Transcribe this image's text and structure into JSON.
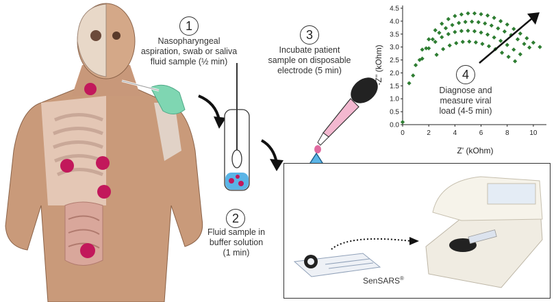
{
  "steps": [
    {
      "num": "1",
      "text_lines": [
        "Nasopharyngeal",
        "aspiration, swab or saliva",
        "fluid sample (½ min)"
      ]
    },
    {
      "num": "2",
      "text_lines": [
        "Fluid sample in",
        "buffer solution",
        "(1 min)"
      ]
    },
    {
      "num": "3",
      "text_lines": [
        "Incubate patient",
        "sample on disposable",
        "electrode (5 min)"
      ]
    },
    {
      "num": "4",
      "text_lines": [
        "Diagnose and",
        "measure viral",
        "load (4-5 min)"
      ]
    }
  ],
  "device": {
    "name": "SenSARS",
    "mark": "®"
  },
  "colors": {
    "curve": "#2e7d32",
    "virus": "#c2185b",
    "glove": "#7fd6b2",
    "drop": "#5ab4e6"
  },
  "chart_data": {
    "type": "scatter",
    "xlabel": "Z' (kOhm)",
    "ylabel": "-Z'' (kOhm)",
    "xlim": [
      0,
      11
    ],
    "ylim": [
      0,
      4.5
    ],
    "xticks": [
      "0",
      "2",
      "4",
      "6",
      "8",
      "10"
    ],
    "yticks": [
      "0.0",
      "0.5",
      "1.0",
      "1.5",
      "2.0",
      "2.5",
      "3.0",
      "3.5",
      "4.0",
      "4.5"
    ],
    "series": [
      {
        "x": [
          0.0,
          0.5,
          1.0,
          1.5,
          2.0,
          2.5,
          3.0,
          3.5,
          4.0,
          4.5,
          5.0,
          5.5,
          6.0,
          6.5,
          7.0,
          7.5,
          8.0,
          8.5,
          9.0,
          9.5,
          10.0,
          10.5
        ],
        "y": [
          0.1,
          1.6,
          2.3,
          2.9,
          3.3,
          3.65,
          3.9,
          4.08,
          4.2,
          4.26,
          4.3,
          4.3,
          4.27,
          4.22,
          4.13,
          4.0,
          3.87,
          3.7,
          3.52,
          3.34,
          3.17,
          3.0
        ]
      },
      {
        "x": [
          0.8,
          1.3,
          1.8,
          2.3,
          2.8,
          3.3,
          3.8,
          4.3,
          4.8,
          5.3,
          5.8,
          6.3,
          6.8,
          7.3,
          7.8,
          8.3,
          8.8,
          9.3,
          9.7
        ],
        "y": [
          1.9,
          2.5,
          2.95,
          3.3,
          3.55,
          3.73,
          3.85,
          3.93,
          3.97,
          3.98,
          3.96,
          3.91,
          3.83,
          3.72,
          3.6,
          3.46,
          3.3,
          3.12,
          2.98
        ]
      },
      {
        "x": [
          1.5,
          2.0,
          2.5,
          3.0,
          3.5,
          4.0,
          4.5,
          5.0,
          5.5,
          6.0,
          6.5,
          7.0,
          7.5,
          8.0,
          8.5,
          9.0
        ],
        "y": [
          2.55,
          2.95,
          3.2,
          3.38,
          3.5,
          3.58,
          3.62,
          3.63,
          3.61,
          3.56,
          3.48,
          3.37,
          3.24,
          3.08,
          2.9,
          2.72
        ]
      },
      {
        "x": [
          2.6,
          3.1,
          3.6,
          4.1,
          4.6,
          5.1,
          5.6,
          6.1,
          6.6,
          7.1,
          7.6,
          8.1,
          8.6
        ],
        "y": [
          2.7,
          2.92,
          3.06,
          3.15,
          3.2,
          3.21,
          3.18,
          3.12,
          3.03,
          2.92,
          2.78,
          2.62,
          2.45
        ]
      }
    ]
  }
}
